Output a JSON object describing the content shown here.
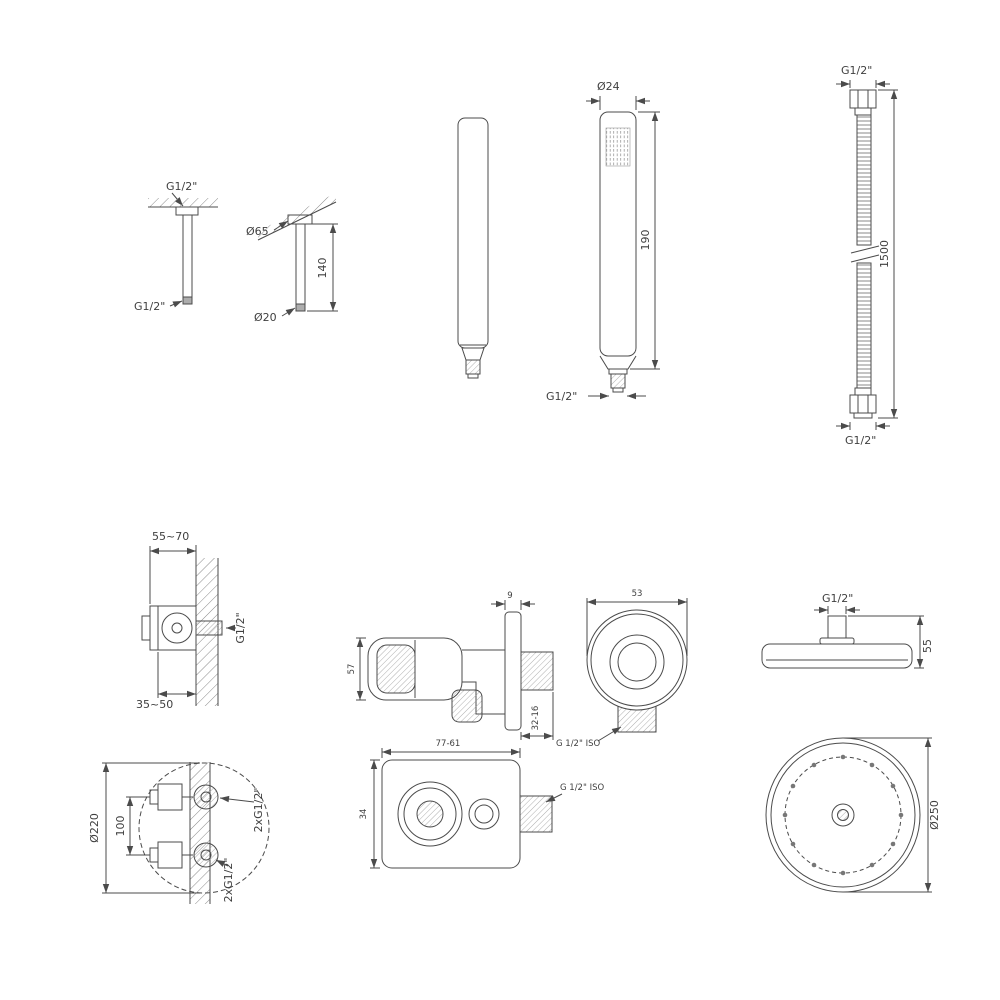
{
  "sheet": {
    "background": "#ffffff",
    "line_color": "#4b4b4b"
  },
  "ceiling_arm_short": {
    "top_thread": "G1/2\"",
    "bottom_thread": "G1/2\""
  },
  "ceiling_arm_long": {
    "flange_dia": "Ø65",
    "length": "140",
    "pipe_dia": "Ø20"
  },
  "handshower_front": {
    "dia": "Ø24",
    "length": "190",
    "thread": "G1/2\""
  },
  "hose": {
    "top_thread": "G1/2\"",
    "length": "1500",
    "bottom_thread": "G1/2\""
  },
  "valve_single": {
    "depth_total": "55~70",
    "thread": "G1/2\"",
    "depth_finished": "35~50"
  },
  "outlet_side": {
    "plate_thickness": "9",
    "holder_height": "57",
    "projection": "32-16"
  },
  "outlet_front": {
    "width": "53",
    "thread": "G 1/2\" ISO"
  },
  "outlet_bottom": {
    "depth": "34",
    "width": "77-61",
    "thread": "G 1/2\" ISO"
  },
  "showerhead_side": {
    "thread": "G1/2\"",
    "height": "55"
  },
  "thermostat": {
    "plate_dia": "Ø220",
    "port_spacing": "100",
    "top_ports": "2xG1/2\"",
    "bottom_ports": "2xG1/2\""
  },
  "showerhead_front": {
    "dia": "Ø250"
  }
}
